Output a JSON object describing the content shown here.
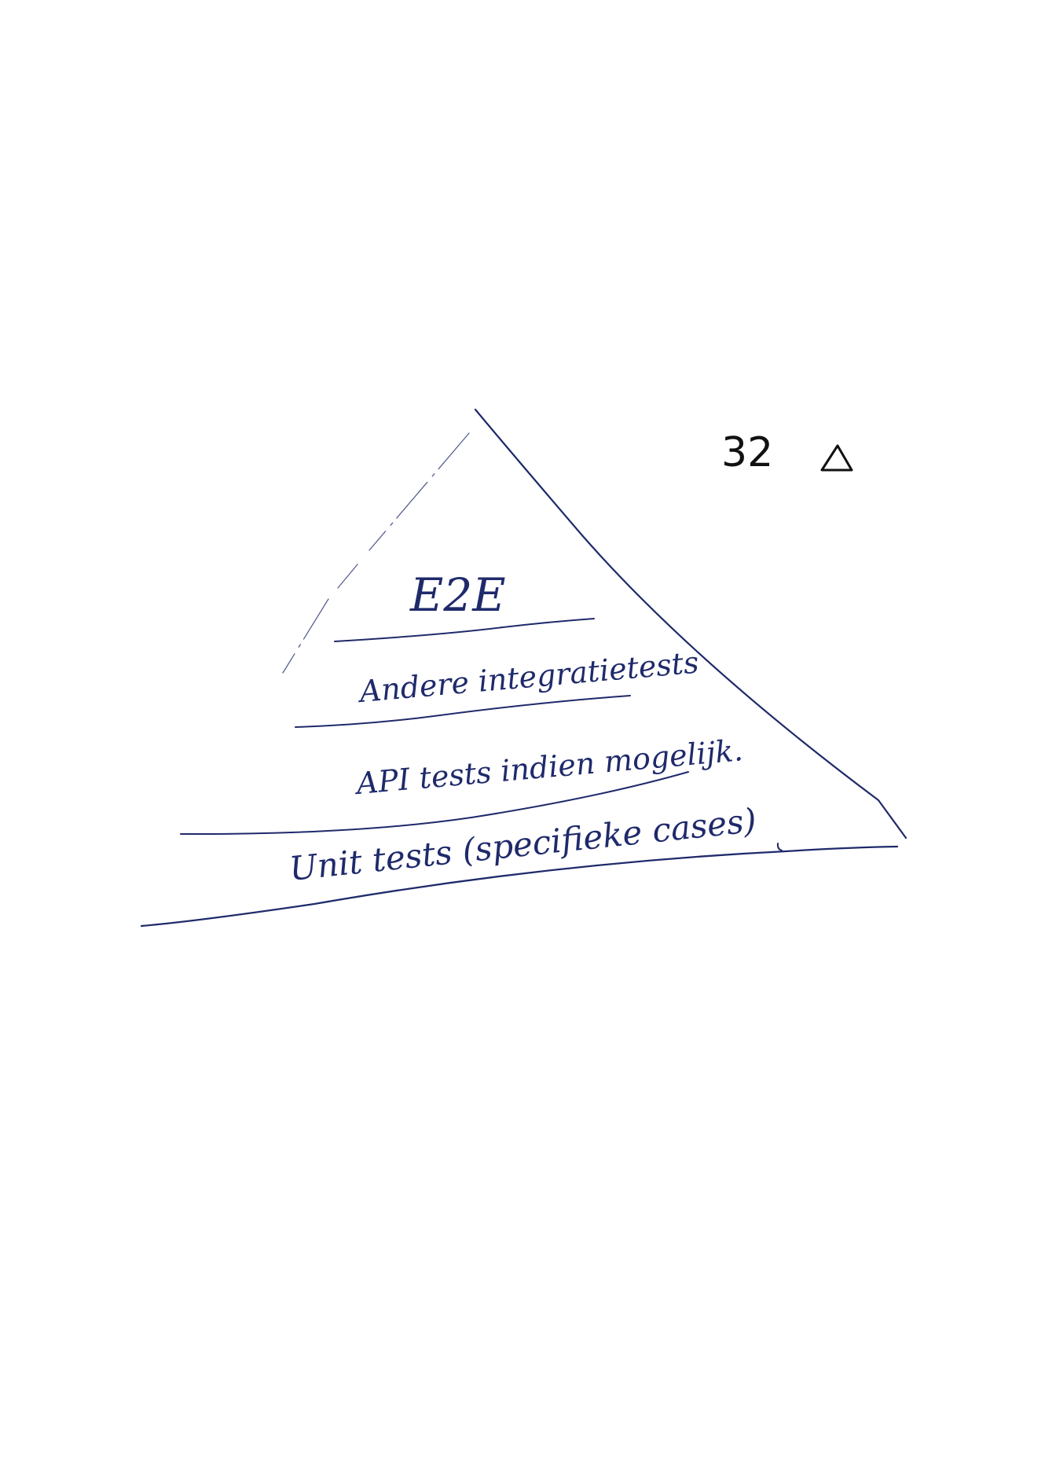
{
  "page": {
    "page_number": "32",
    "ink_color": "#1f2a6b"
  },
  "diagram": {
    "shape": "triangle-icon",
    "layers": [
      {
        "label": "E2E"
      },
      {
        "label": "Andere integratietests"
      },
      {
        "label": "API tests indien mogelijk."
      },
      {
        "label": "Unit tests (specifieke cases)"
      }
    ]
  }
}
